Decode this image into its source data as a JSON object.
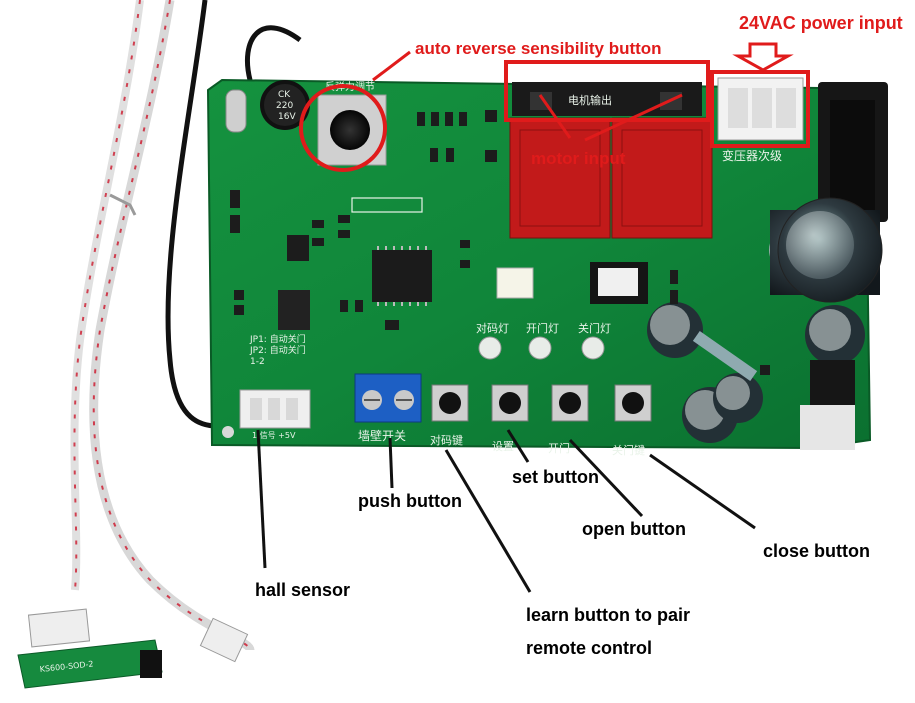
{
  "annotations": {
    "power_input": "24VAC power input",
    "auto_reverse": "auto reverse sensibility button",
    "motor_input": "motor input",
    "push_button": "push button",
    "set_button": "set button",
    "open_button": "open button",
    "close_button": "close button",
    "hall_sensor": "hall sensor",
    "learn_line1": "learn button to pair",
    "learn_line2": "remote control"
  },
  "board_silk": {
    "capacitor": [
      "CK",
      "220",
      "16V"
    ],
    "knob_title": "反弹力调节",
    "motor_out": "电机输出",
    "transformer": "变压器次级",
    "led_labels": [
      "对码灯",
      "开门灯",
      "关门灯"
    ],
    "jumper_lines": [
      "JP1: 自动关门",
      "JP2: 自动关门",
      "1-2"
    ],
    "wall_switch": "墙壁开关",
    "hall_pins": "1  信号  +5V",
    "button_labels": [
      "对码键",
      "设置",
      "开门",
      "关门键"
    ],
    "sensor_part": "KS600-SOD-2"
  },
  "colors": {
    "annotation_red": "#e01b1b",
    "annotation_black": "#111111",
    "pcb_green": "#118a3c"
  }
}
